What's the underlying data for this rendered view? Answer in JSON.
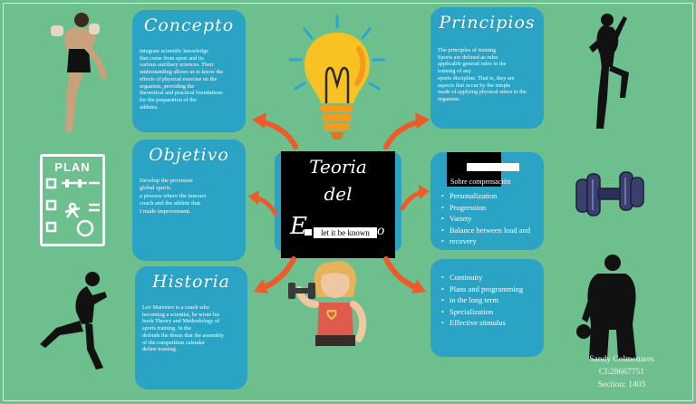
{
  "cards": {
    "concepto": {
      "title": "Concepto",
      "lines": [
        "integrate scientific knowledge",
        "that come from sport and its",
        "various auxiliary sciences. Their",
        "understanding allows us to know the",
        "effects of physical exercise on the",
        "organism, providing the",
        "theoretical and practical foundations",
        "for the preparation of the",
        "athletes."
      ]
    },
    "objetivo": {
      "title": "Objetivo",
      "lines": [
        "Develop the provision",
        "global sports.",
        "a process where the interact",
        "coach and the athlete that",
        "I made improvement."
      ]
    },
    "historia": {
      "title": "Historia",
      "lines": [
        "Lev Matveiev is a coach who",
        "becoming a scientist, he wrote his",
        "book Theory and Methodology of",
        "sports training. In the",
        "defends the thesis that the assembly",
        "of the competition calendar",
        "define training."
      ]
    },
    "principios": {
      "title": "Principios",
      "lines": [
        "The principles of training",
        "Sports are defined as rules",
        "applicable general rules in the",
        "training of any",
        "sports discipline. That is, they are",
        "aspects that occur by the simple",
        "made of applying physical stress to the",
        "organism."
      ]
    },
    "list_one": {
      "label": "Sobre compensación",
      "items": [
        "Personalization",
        "Progression",
        "Variety",
        "Balance between load and",
        "recovery"
      ]
    },
    "list_two": {
      "items": [
        "Continuity",
        "Plans   and   programming",
        "in the long term",
        "Specialization",
        "Effective stimulus"
      ]
    }
  },
  "center": {
    "line1": "Teoria",
    "line2": "del",
    "line3_start": "E",
    "line3_end": "o",
    "known": "let it be known"
  },
  "plan": {
    "label": "PLAN"
  },
  "credits": {
    "name": "Sandy Colmenares",
    "ci": "CI:28667751",
    "section": "Section: 1403"
  },
  "colors": {
    "background": "#6dbf8e",
    "card": "#2aa3c5",
    "arrow": "#ef5a2a",
    "bulb": "#f8c322",
    "silhouette": "#111111"
  }
}
